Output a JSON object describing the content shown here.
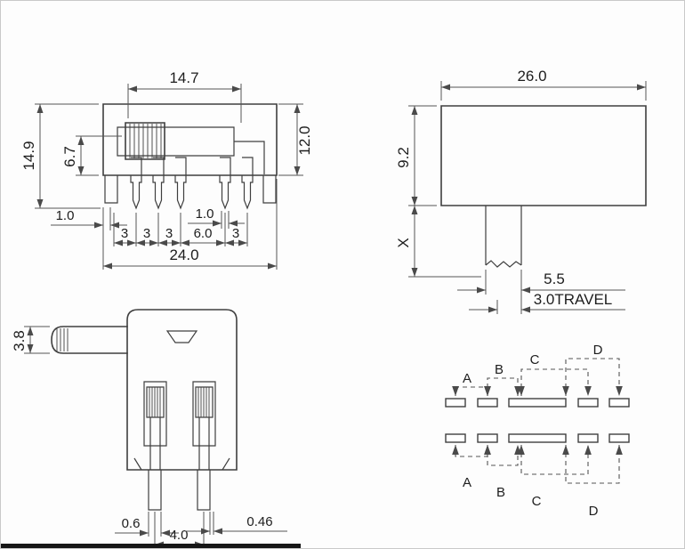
{
  "drawing": {
    "front_view": {
      "dim_slider_width": "14.7",
      "dim_total_height": "14.9",
      "dim_inner_height": "6.7",
      "dim_body_height": "12.0",
      "dim_left_offset": "1.0",
      "dim_pin_offset": "1.0",
      "dim_pitch_1": "3",
      "dim_pitch_2": "3",
      "dim_pitch_3": "3",
      "dim_pitch_4": "6.0",
      "dim_pitch_5": "3",
      "dim_total_width": "24.0"
    },
    "side_view": {
      "dim_width": "26.0",
      "dim_height": "9.2",
      "dim_stem_height": "X",
      "dim_stem_width": "5.5",
      "dim_travel": "3.0TRAVEL"
    },
    "profile_view": {
      "dim_actuator_height": "3.8",
      "dim_leg_width": "0.6",
      "dim_leg_pitch": "4.0",
      "dim_leg_thickness": "0.46"
    },
    "schematic": {
      "top_labels": [
        "A",
        "B",
        "C",
        "D"
      ],
      "bottom_labels": [
        "A",
        "B",
        "C",
        "D"
      ]
    }
  }
}
